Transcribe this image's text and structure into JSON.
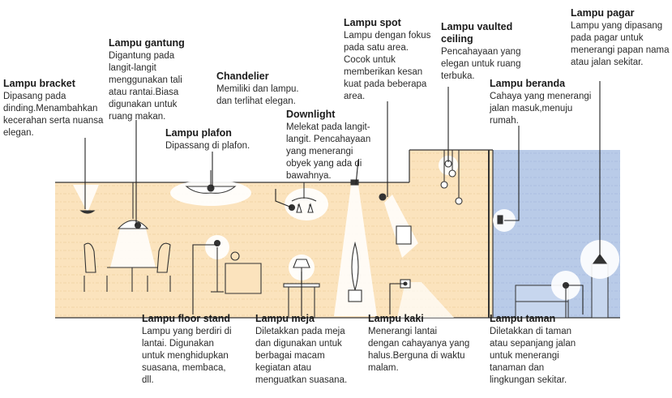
{
  "colors": {
    "interior": "#fbe3bd",
    "exterior": "#b9cbe8",
    "line": "#333333",
    "glow": "#ffffff"
  },
  "labels": {
    "bracket": {
      "title": "Lampu bracket",
      "desc": "Dipasang pada dinding.Menambahkan kecerahan serta nuansa elegan."
    },
    "gantung": {
      "title": "Lampu gantung",
      "desc": "Digantung pada langit-langit menggunakan tali atau rantai.Biasa digunakan untuk ruang makan."
    },
    "plafon": {
      "title": "Lampu plafon",
      "desc": "Dipassang di plafon."
    },
    "chandelier": {
      "title": "Chandelier",
      "desc": "Memiliki dan lampu. dan terlihat elegan."
    },
    "downlight": {
      "title": "Downlight",
      "desc": "Melekat pada langit-langit. Pencahayaan yang menerangi obyek yang ada di bawahnya."
    },
    "spot": {
      "title": "Lampu spot",
      "desc": "Lampu dengan fokus pada satu area. Cocok untuk memberikan kesan kuat pada beberapa area."
    },
    "vaulted": {
      "title": "Lampu vaulted ceiling",
      "desc": "Pencahayaan yang elegan untuk ruang terbuka."
    },
    "beranda": {
      "title": "Lampu beranda",
      "desc": "Cahaya yang menerangi jalan masuk,menuju rumah."
    },
    "pagar": {
      "title": "Lampu pagar",
      "desc": "Lampu yang dipasang pada pagar untuk menerangi papan nama atau jalan sekitar."
    },
    "floor": {
      "title": "Lampu floor stand",
      "desc": "Lampu yang berdiri di lantai. Digunakan untuk menghidupkan suasana, membaca, dll."
    },
    "meja": {
      "title": "Lampu meja",
      "desc": "Diletakkan pada meja dan digunakan untuk berbagai macam kegiatan atau menguatkan suasana."
    },
    "kaki": {
      "title": "Lampu kaki",
      "desc": "Menerangi lantai dengan cahayanya yang halus.Berguna di waktu malam."
    },
    "taman": {
      "title": "Lampu taman",
      "desc": "Diletakkan di taman atau sepanjang jalan untuk menerangi tanaman dan lingkungan sekitar."
    }
  }
}
